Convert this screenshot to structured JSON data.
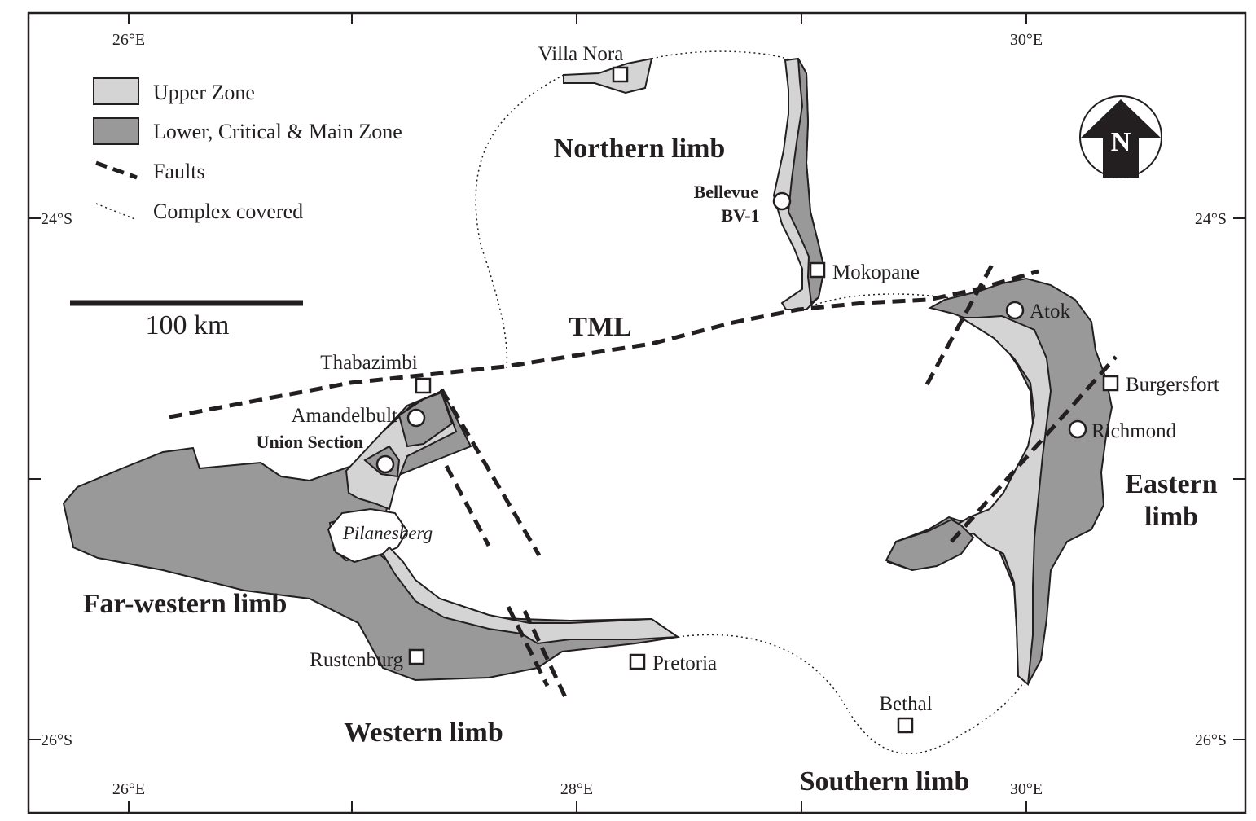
{
  "legend": {
    "upper_zone": "Upper Zone",
    "lower_zone": "Lower, Critical & Main Zone",
    "faults": "Faults",
    "covered": "Complex covered"
  },
  "scale_bar": {
    "label": "100 km"
  },
  "north_arrow": {
    "label": "N"
  },
  "grid_labels": {
    "top_26e": "26°E",
    "top_30e": "30°E",
    "left_24s": "24°S",
    "left_26s": "26°S",
    "right_24s": "24°S",
    "right_26s": "26°S",
    "bottom_26e": "26°E",
    "bottom_28e": "28°E",
    "bottom_30e": "30°E"
  },
  "regions": {
    "northern": "Northern limb",
    "eastern_1": "Eastern",
    "eastern_2": "limb",
    "far_western": "Far-western limb",
    "western": "Western limb",
    "southern": "Southern limb",
    "tml": "TML"
  },
  "towns": {
    "villa_nora": "Villa Nora",
    "mokopane": "Mokopane",
    "thabazimbi": "Thabazimbi",
    "burgersfort": "Burgersfort",
    "rustenburg": "Rustenburg",
    "pretoria": "Pretoria",
    "bethal": "Bethal"
  },
  "mines": {
    "atok": "Atok",
    "richmond": "Richmond",
    "amandelbult": "Amandelbult",
    "union_section": "Union Section",
    "bellevue_1": "Bellevue",
    "bellevue_2": "BV-1",
    "pilanesberg": "Pilanesberg"
  },
  "colors": {
    "upper_zone": "#d4d4d4",
    "lower_zone": "#999999",
    "ink": "#231f20",
    "background": "#ffffff"
  }
}
